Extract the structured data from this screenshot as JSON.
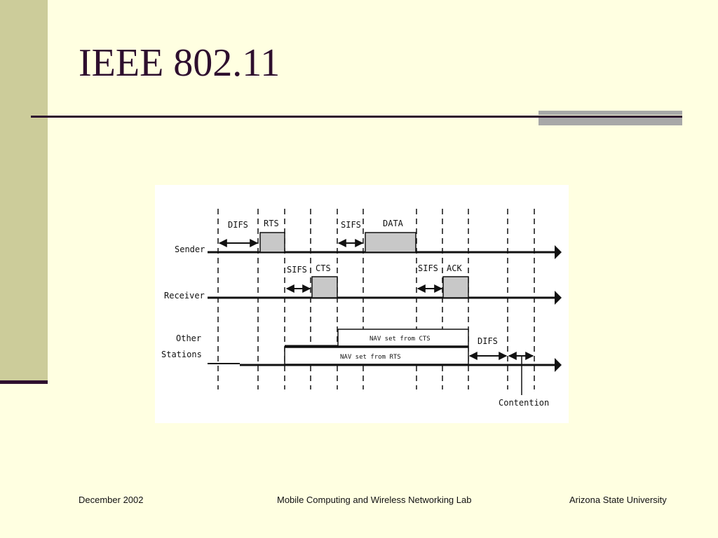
{
  "slide": {
    "title": "IEEE 802.11"
  },
  "diagram": {
    "rows": {
      "sender": "Sender",
      "receiver": "Receiver",
      "other_line1": "Other",
      "other_line2": "Stations"
    },
    "frames": {
      "rts": "RTS",
      "data": "DATA",
      "cts": "CTS",
      "ack": "ACK"
    },
    "intervals": {
      "difs_sender": "DIFS",
      "sifs_sender": "SIFS",
      "sifs_receiver_1": "SIFS",
      "sifs_receiver_2": "SIFS",
      "difs_other": "DIFS"
    },
    "nav": {
      "cts": "NAV set from CTS",
      "rts": "NAV set from RTS"
    },
    "contention": "Contention"
  },
  "footer": {
    "date": "December 2002",
    "lab": "Mobile Computing and Wireless Networking Lab",
    "university": "Arizona State University"
  }
}
